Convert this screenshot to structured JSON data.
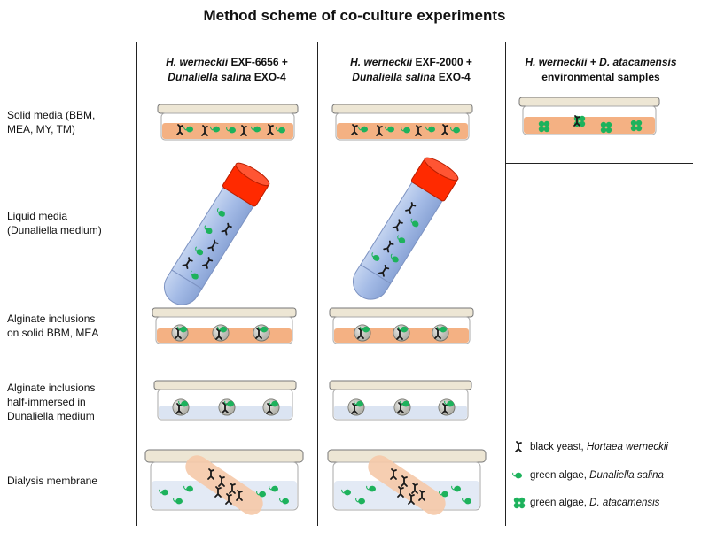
{
  "title": "Method scheme of co-culture experiments",
  "columns": [
    {
      "species": "H. werneckii",
      "strain": "EXF-6656 +",
      "partner": "Dunaliella salina",
      "partner_strain": "EXO-4"
    },
    {
      "species": "H. werneckii",
      "strain": "EXF-2000 +",
      "partner": "Dunaliella salina",
      "partner_strain": "EXO-4"
    },
    {
      "species": "H. werneckii",
      "plus": "+",
      "partner": "D. atacamensis",
      "line2": "environmental samples"
    }
  ],
  "rows": [
    {
      "line1": "Solid media (BBM,",
      "line2": "MEA, MY, TM)"
    },
    {
      "line1": "Liquid media",
      "line2": "(Dunaliella medium)"
    },
    {
      "line1": "Alginate inclusions",
      "line2": "on solid BBM, MEA"
    },
    {
      "line1": "Alginate inclusions",
      "line2": "half-immersed in",
      "line3": "Dunaliella medium"
    },
    {
      "line1": "Dialysis membrane"
    }
  ],
  "legend": [
    {
      "icon": "black-yeast-icon",
      "prefix": "black yeast,",
      "name": "Hortaea werneckii"
    },
    {
      "icon": "dunaliella-icon",
      "prefix": "green algae,",
      "name": "Dunaliella salina"
    },
    {
      "icon": "atacamensis-icon",
      "prefix": "green algae,",
      "name": "D. atacamensis"
    }
  ],
  "colors": {
    "agar": "#f4b183",
    "lid": "#ede6d4",
    "liquid": "#dbe4f2",
    "tube": "#a9bfe6",
    "cap": "#ff2a00",
    "algae": "#1db25c",
    "yeast": "#1a1a1a",
    "bead": "#a8a8a0",
    "membrane": "#f5c9a8"
  }
}
